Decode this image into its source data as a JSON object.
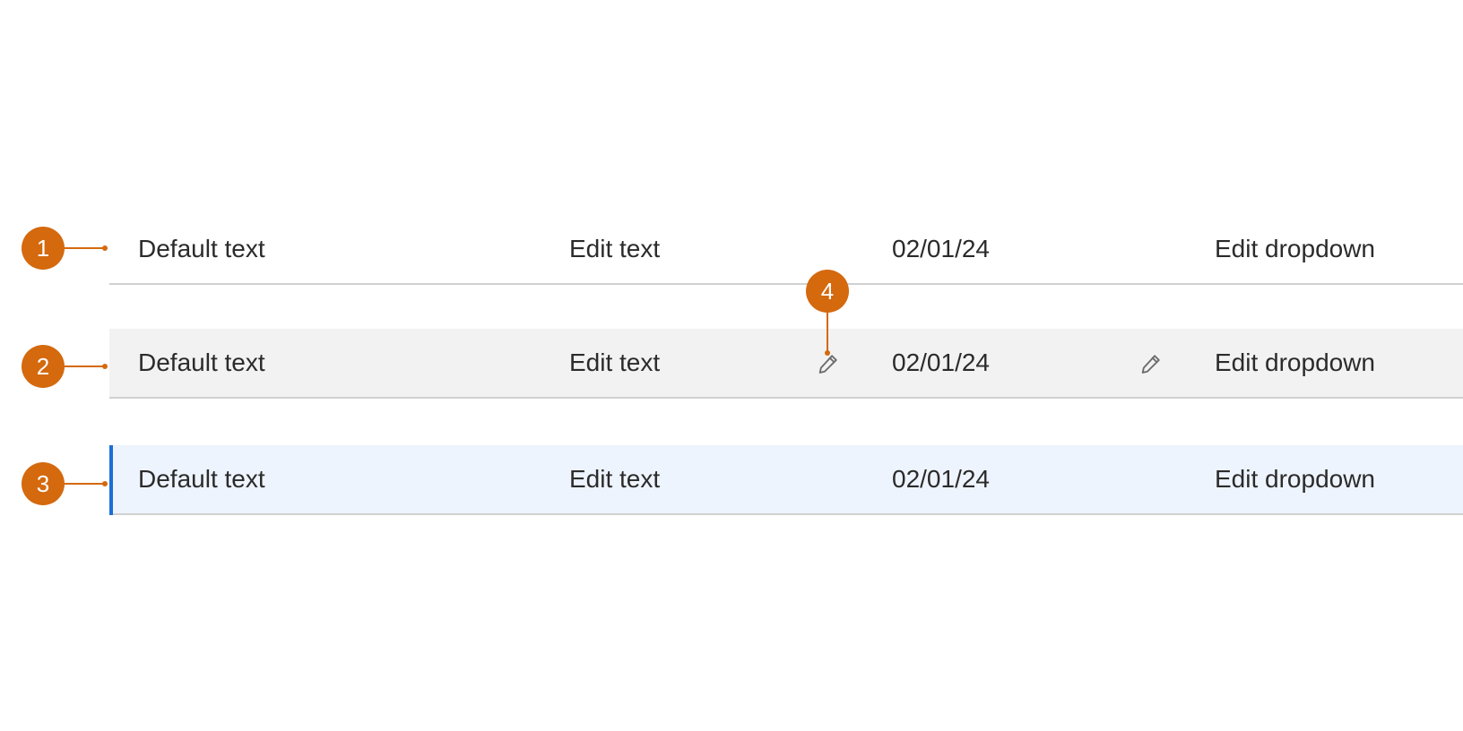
{
  "colors": {
    "marker": "#d4690e",
    "row_hover_bg": "#f2f2f2",
    "row_selected_bg": "#eef4fd",
    "row_selected_accent": "#1a6fd6",
    "divider": "#d0d0d0",
    "text": "#2b2b2b",
    "icon": "#6b6b6b"
  },
  "annotations": [
    {
      "label": "1"
    },
    {
      "label": "2"
    },
    {
      "label": "3"
    },
    {
      "label": "4"
    }
  ],
  "rows": [
    {
      "state": "default",
      "cells": [
        "Default text",
        "Edit text",
        "02/01/24",
        "Edit dropdown"
      ]
    },
    {
      "state": "hover",
      "cells": [
        "Default text",
        "Edit text",
        "02/01/24",
        "Edit dropdown"
      ],
      "icons": [
        "pencil-icon",
        "pencil-icon"
      ]
    },
    {
      "state": "selected",
      "cells": [
        "Default text",
        "Edit text",
        "02/01/24",
        "Edit dropdown"
      ]
    }
  ]
}
